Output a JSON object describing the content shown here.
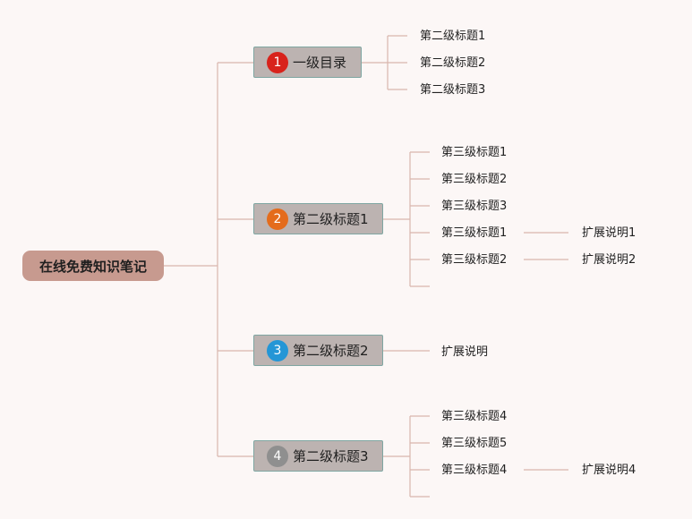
{
  "root": {
    "label": "在线免费知识笔记"
  },
  "branches": [
    {
      "badge": "1",
      "badge_color": "#d8231c",
      "label": "一级目录",
      "children": [
        "第二级标题1",
        "第二级标题2",
        "第二级标题3"
      ]
    },
    {
      "badge": "2",
      "badge_color": "#e46c1c",
      "label": "第二级标题1",
      "children": [
        "第三级标题1",
        "第三级标题2",
        "第三级标题3",
        "第三级标题1",
        "第三级标题2"
      ],
      "extensions": [
        "扩展说明1",
        "扩展说明2"
      ]
    },
    {
      "badge": "3",
      "badge_color": "#2496d6",
      "label": "第二级标题2",
      "children": [
        "扩展说明"
      ]
    },
    {
      "badge": "4",
      "badge_color": "#8f8f8f",
      "label": "第二级标题3",
      "children": [
        "第三级标题4",
        "第三级标题5",
        "第三级标题4"
      ],
      "extensions": [
        "扩展说明4"
      ]
    }
  ],
  "colors": {
    "connector": "#d9b6ad",
    "root_fill": "#c79a8f",
    "node_fill": "#bcb3b1",
    "node_border": "#7fa6a2"
  }
}
